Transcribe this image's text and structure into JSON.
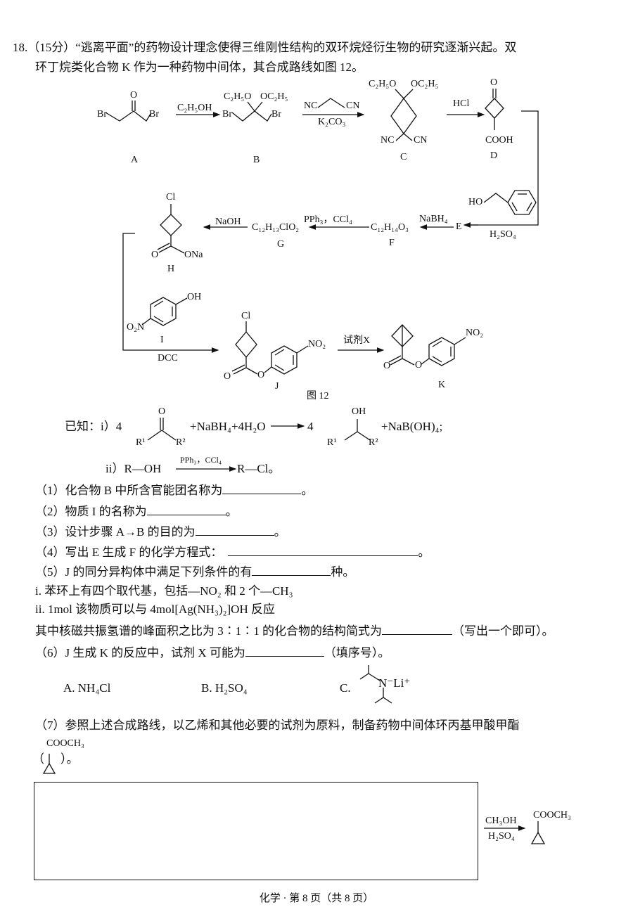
{
  "question": {
    "line1": "18.（15分）“逃离平面”的药物设计理念使得三维刚性结构的双环烷烃衍生物的研究逐渐兴起。双",
    "line2": "环丁烷类化合物 K 作为一种药物中间体，其合成路线如图 12。"
  },
  "scheme": {
    "A": {
      "label": "A",
      "br1": "Br",
      "br2": "Br",
      "o": "O"
    },
    "B": {
      "label": "B",
      "br1": "Br",
      "br2": "Br",
      "oet1": "C₂H₅O",
      "oet2": "OC₂H₅"
    },
    "C": {
      "label": "C",
      "oet1": "C₂H₅O",
      "oet2": "OC₂H₅",
      "cn1": "NC",
      "cn2": "CN"
    },
    "D": {
      "label": "D",
      "o": "O",
      "cooh": "COOH"
    },
    "E": {
      "label": "E"
    },
    "F": {
      "label": "F",
      "formula": "C₁₂H₁₄O₃"
    },
    "G": {
      "label": "G",
      "formula": "C₁₂H₁₃ClO₂"
    },
    "H": {
      "label": "H",
      "cl": "Cl",
      "o": "O",
      "ona": "ONa"
    },
    "I": {
      "label": "I",
      "oh": "OH",
      "no2": "O₂N"
    },
    "J": {
      "label": "J",
      "cl": "Cl",
      "o1": "O",
      "o2": "O",
      "no2": "NO₂"
    },
    "K": {
      "label": "K",
      "o1": "O",
      "o2": "O",
      "no2": "NO₂"
    },
    "reagents": {
      "ab": "C₂H₅OH",
      "bc_nc": "NC",
      "bc_cn": "CN",
      "bc_below": "K₂CO₃",
      "cd": "HCl",
      "de_ho": "HO",
      "de_below": "H₂SO₄",
      "ef": "NaBH₄",
      "fg": "PPh₃，CCl₄",
      "gh": "NaOH",
      "hj": "DCC",
      "jk": "试剂X"
    },
    "caption": "图 12"
  },
  "known": {
    "i_prefix": "已知：i）4",
    "ketone_o": "O",
    "r1": "R¹",
    "r2": "R²",
    "i_mid": "+NaBH₄+4H₂O",
    "i_four": "4",
    "alcohol_oh": "OH",
    "i_end": "+NaB(OH)₄;",
    "ii_prefix": "ii）R—OH",
    "ii_reagent": "PPh₃，CCl₄",
    "ii_end": "R—Cl。"
  },
  "items": {
    "q1": "（1）化合物 B 中所含官能团名称为",
    "q1_end": "。",
    "q2": "（2）物质 I 的名称为",
    "q2_end": "。",
    "q3": "（3）设计步骤 A→B 的目的为",
    "q3_end": "。",
    "q4": "（4）写出 E 生成 F 的化学方程式：",
    "q4_end": "。",
    "q5": "（5）J 的同分异构体中满足下列条件的有",
    "q5_end": "种。",
    "c1": "i. 苯环上有四个取代基，包括—NO₂ 和 2 个—CH₃",
    "c2": "ii. 1mol 该物质可以与 4mol[Ag(NH₃)₂]OH 反应",
    "c3": "其中核磁共振氢谱的峰面积之比为 3∶1∶1 的化合物的结构简式为",
    "c3_end": "（写出一个即可）。",
    "q6": "（6）J 生成 K 的反应中，试剂 X 可能为",
    "q6_end": "（填序号）。",
    "optA": "A. NH₄Cl",
    "optB": "B. H₂SO₄",
    "optC": "C.",
    "optC_n": "N⁻Li⁺",
    "q7": "（7）参照上述合成路线，以乙烯和其他必要的试剂为原料，制备药物中间体环丙基甲酸甲酯",
    "q7_formula": "COOCH₃",
    "q7_paren_open": "（",
    "q7_paren_close": "）。"
  },
  "final_step": {
    "above": "CH₃OH",
    "below": "H₂SO₄",
    "product": "COOCH₃"
  },
  "footer": "化学 · 第 8 页（共 8 页）"
}
